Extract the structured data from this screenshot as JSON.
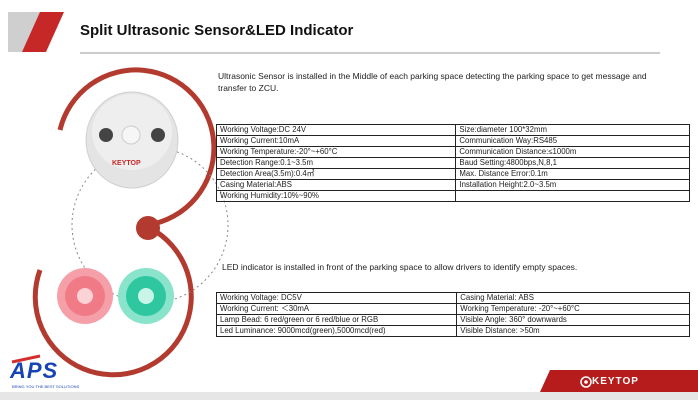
{
  "title": "Split Ultrasonic Sensor&LED Indicator",
  "sensor": {
    "description": "Ultrasonic Sensor is installed in the Middle of each parking space detecting the parking space to get message and transfer to ZCU.",
    "brand_on_device": "KEYTOP",
    "specs": [
      [
        "Working Voltage:DC 24V",
        "Size:diameter 100*32mm"
      ],
      [
        "Working Current:10mA",
        "Communication Way:RS485"
      ],
      [
        "Working Temperature:-20°~+60°C",
        "Communication Distance:≤1000m"
      ],
      [
        "Detection Range:0.1~3.5m",
        "Baud Setting:4800bps,N,8,1"
      ],
      [
        "Detection Area(3.5m):0.4㎡",
        "Max. Distance Error:0.1m"
      ],
      [
        "Casing Material:ABS",
        "Installation Height:2.0~3.5m"
      ],
      [
        "Working Humidity:10%~90%",
        ""
      ]
    ]
  },
  "led": {
    "description": "LED indicator is installed in front of the parking space to allow drivers to identify empty spaces.",
    "specs": [
      [
        "Working Voltage: DC5V",
        "Casing Material: ABS"
      ],
      [
        "Working Current: ＜30mA",
        "Working Temperature: -20°~+60°C"
      ],
      [
        "Lamp Bead: 6 red/green or 6 red/blue or RGB",
        "Visible Angle: 360° downwards"
      ],
      [
        "Led Luminance: 9000mcd(green),5000mcd(red)",
        "Visible Distance: >50m"
      ]
    ]
  },
  "footer": {
    "brand": "KEYTOP",
    "logo_text": "APS",
    "logo_tagline": "BRING YOU THE BEST SOLUTIONS"
  },
  "colors": {
    "accent": "#b71c1c",
    "arc": "#b23a2e",
    "led_red": "#f07a86",
    "led_green": "#2ec7a0",
    "logo_blue": "#1744b5"
  }
}
